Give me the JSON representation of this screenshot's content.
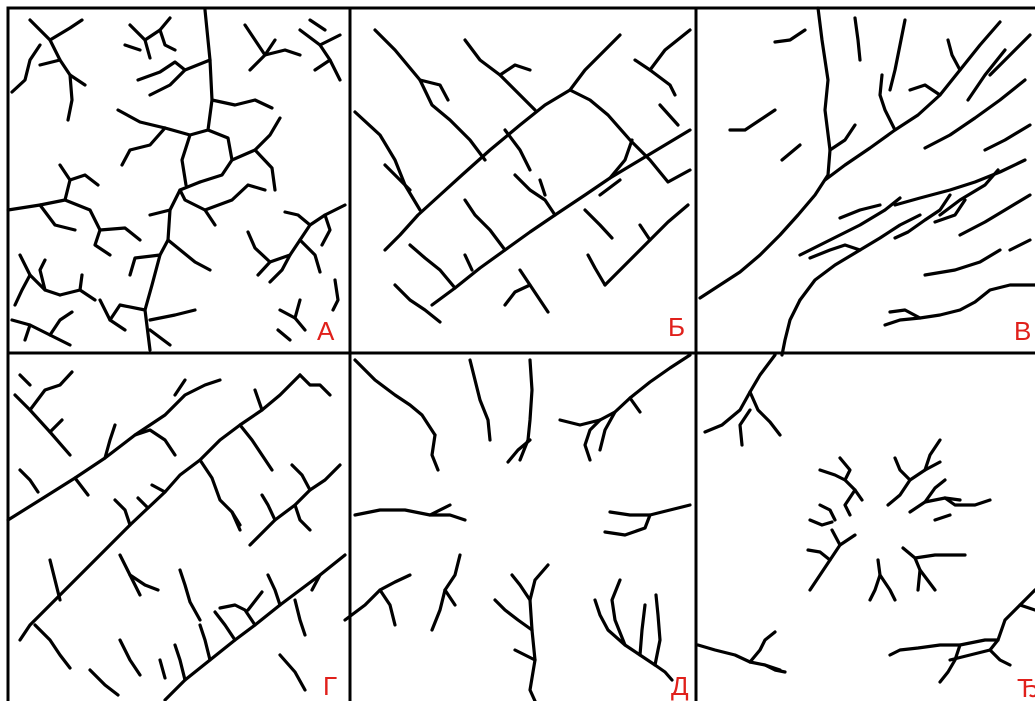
{
  "accent_color": "#e0201b",
  "panels": [
    {
      "id": "A",
      "label": "А"
    },
    {
      "id": "B",
      "label": "Б"
    },
    {
      "id": "V",
      "label": "В"
    },
    {
      "id": "G",
      "label": "Г"
    },
    {
      "id": "D",
      "label": "Д"
    },
    {
      "id": "Dj",
      "label": "Ђ"
    }
  ]
}
